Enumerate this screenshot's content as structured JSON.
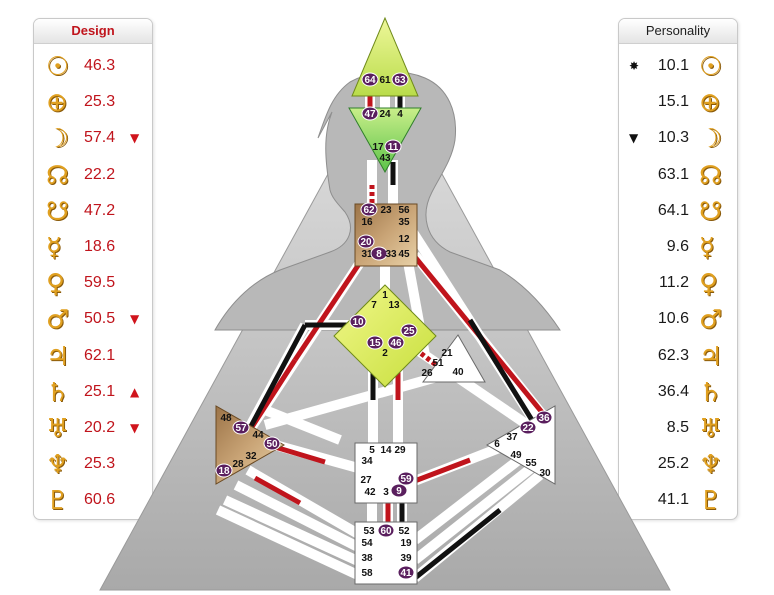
{
  "design": {
    "title": "Design",
    "rows": [
      {
        "icon": "sun-icon",
        "glyph": "☉",
        "value": "46.3",
        "mark": ""
      },
      {
        "icon": "earth-icon",
        "glyph": "⊕",
        "value": "25.3",
        "mark": ""
      },
      {
        "icon": "moon-icon",
        "glyph": "☽",
        "value": "57.4",
        "mark": "▼"
      },
      {
        "icon": "north-node-icon",
        "glyph": "☊",
        "value": "22.2",
        "mark": ""
      },
      {
        "icon": "south-node-icon",
        "glyph": "☋",
        "value": "47.2",
        "mark": ""
      },
      {
        "icon": "mercury-icon",
        "glyph": "☿",
        "value": "18.6",
        "mark": ""
      },
      {
        "icon": "venus-icon",
        "glyph": "♀",
        "value": "59.5",
        "mark": ""
      },
      {
        "icon": "mars-icon",
        "glyph": "♂",
        "value": "50.5",
        "mark": "▼"
      },
      {
        "icon": "jupiter-icon",
        "glyph": "♃",
        "value": "62.1",
        "mark": ""
      },
      {
        "icon": "saturn-icon",
        "glyph": "♄",
        "value": "25.1",
        "mark": "▲"
      },
      {
        "icon": "uranus-icon",
        "glyph": "♅",
        "value": "20.2",
        "mark": "▼"
      },
      {
        "icon": "neptune-icon",
        "glyph": "♆",
        "value": "25.3",
        "mark": ""
      },
      {
        "icon": "pluto-icon",
        "glyph": "♇",
        "value": "60.6",
        "mark": ""
      }
    ]
  },
  "personality": {
    "title": "Personality",
    "rows": [
      {
        "icon": "sun-icon",
        "glyph": "☉",
        "value": "10.1",
        "mark": "✸"
      },
      {
        "icon": "earth-icon",
        "glyph": "⊕",
        "value": "15.1",
        "mark": ""
      },
      {
        "icon": "moon-icon",
        "glyph": "☽",
        "value": "10.3",
        "mark": "▼"
      },
      {
        "icon": "north-node-icon",
        "glyph": "☊",
        "value": "63.1",
        "mark": ""
      },
      {
        "icon": "south-node-icon",
        "glyph": "☋",
        "value": "64.1",
        "mark": ""
      },
      {
        "icon": "mercury-icon",
        "glyph": "☿",
        "value": "9.6",
        "mark": ""
      },
      {
        "icon": "venus-icon",
        "glyph": "♀",
        "value": "11.2",
        "mark": ""
      },
      {
        "icon": "mars-icon",
        "glyph": "♂",
        "value": "10.6",
        "mark": ""
      },
      {
        "icon": "jupiter-icon",
        "glyph": "♃",
        "value": "62.3",
        "mark": ""
      },
      {
        "icon": "saturn-icon",
        "glyph": "♄",
        "value": "36.4",
        "mark": ""
      },
      {
        "icon": "uranus-icon",
        "glyph": "♅",
        "value": "8.5",
        "mark": ""
      },
      {
        "icon": "neptune-icon",
        "glyph": "♆",
        "value": "25.2",
        "mark": ""
      },
      {
        "icon": "pluto-icon",
        "glyph": "♇",
        "value": "41.1",
        "mark": ""
      }
    ]
  },
  "colors": {
    "design": "#c0141c",
    "personality": "#111111",
    "glyph": "#e0a020",
    "active_gate": "#5a1f5e",
    "head_center": "#e3f07a",
    "defined_yellow": "#d7ea5c",
    "ajna_center": "#a6de6a",
    "motor_center": "#b08a58",
    "open_center": "#ffffff"
  },
  "centers": {
    "head": {
      "gates": [
        "64",
        "61",
        "63"
      ]
    },
    "ajna": {
      "gates": [
        "47",
        "24",
        "4",
        "17",
        "11",
        "43"
      ]
    },
    "throat": {
      "gates": [
        "62",
        "23",
        "56",
        "16",
        "35",
        "20",
        "12",
        "31",
        "8",
        "33",
        "45"
      ]
    },
    "g": {
      "gates": [
        "1",
        "7",
        "13",
        "10",
        "25",
        "15",
        "46",
        "2"
      ]
    },
    "heart": {
      "gates": [
        "21",
        "51",
        "26",
        "40"
      ]
    },
    "spleen": {
      "gates": [
        "48",
        "57",
        "44",
        "50",
        "32",
        "28",
        "18"
      ]
    },
    "solar_plexus": {
      "gates": [
        "36",
        "22",
        "37",
        "6",
        "49",
        "55",
        "30"
      ]
    },
    "sacral": {
      "gates": [
        "5",
        "14",
        "29",
        "34",
        "27",
        "59",
        "42",
        "3",
        "9"
      ]
    },
    "root": {
      "gates": [
        "53",
        "60",
        "52",
        "54",
        "19",
        "38",
        "39",
        "58",
        "41"
      ]
    }
  },
  "active_gates": [
    "64",
    "63",
    "47",
    "11",
    "62",
    "20",
    "8",
    "10",
    "25",
    "15",
    "46",
    "57",
    "50",
    "18",
    "36",
    "22",
    "59",
    "9",
    "60",
    "41"
  ]
}
